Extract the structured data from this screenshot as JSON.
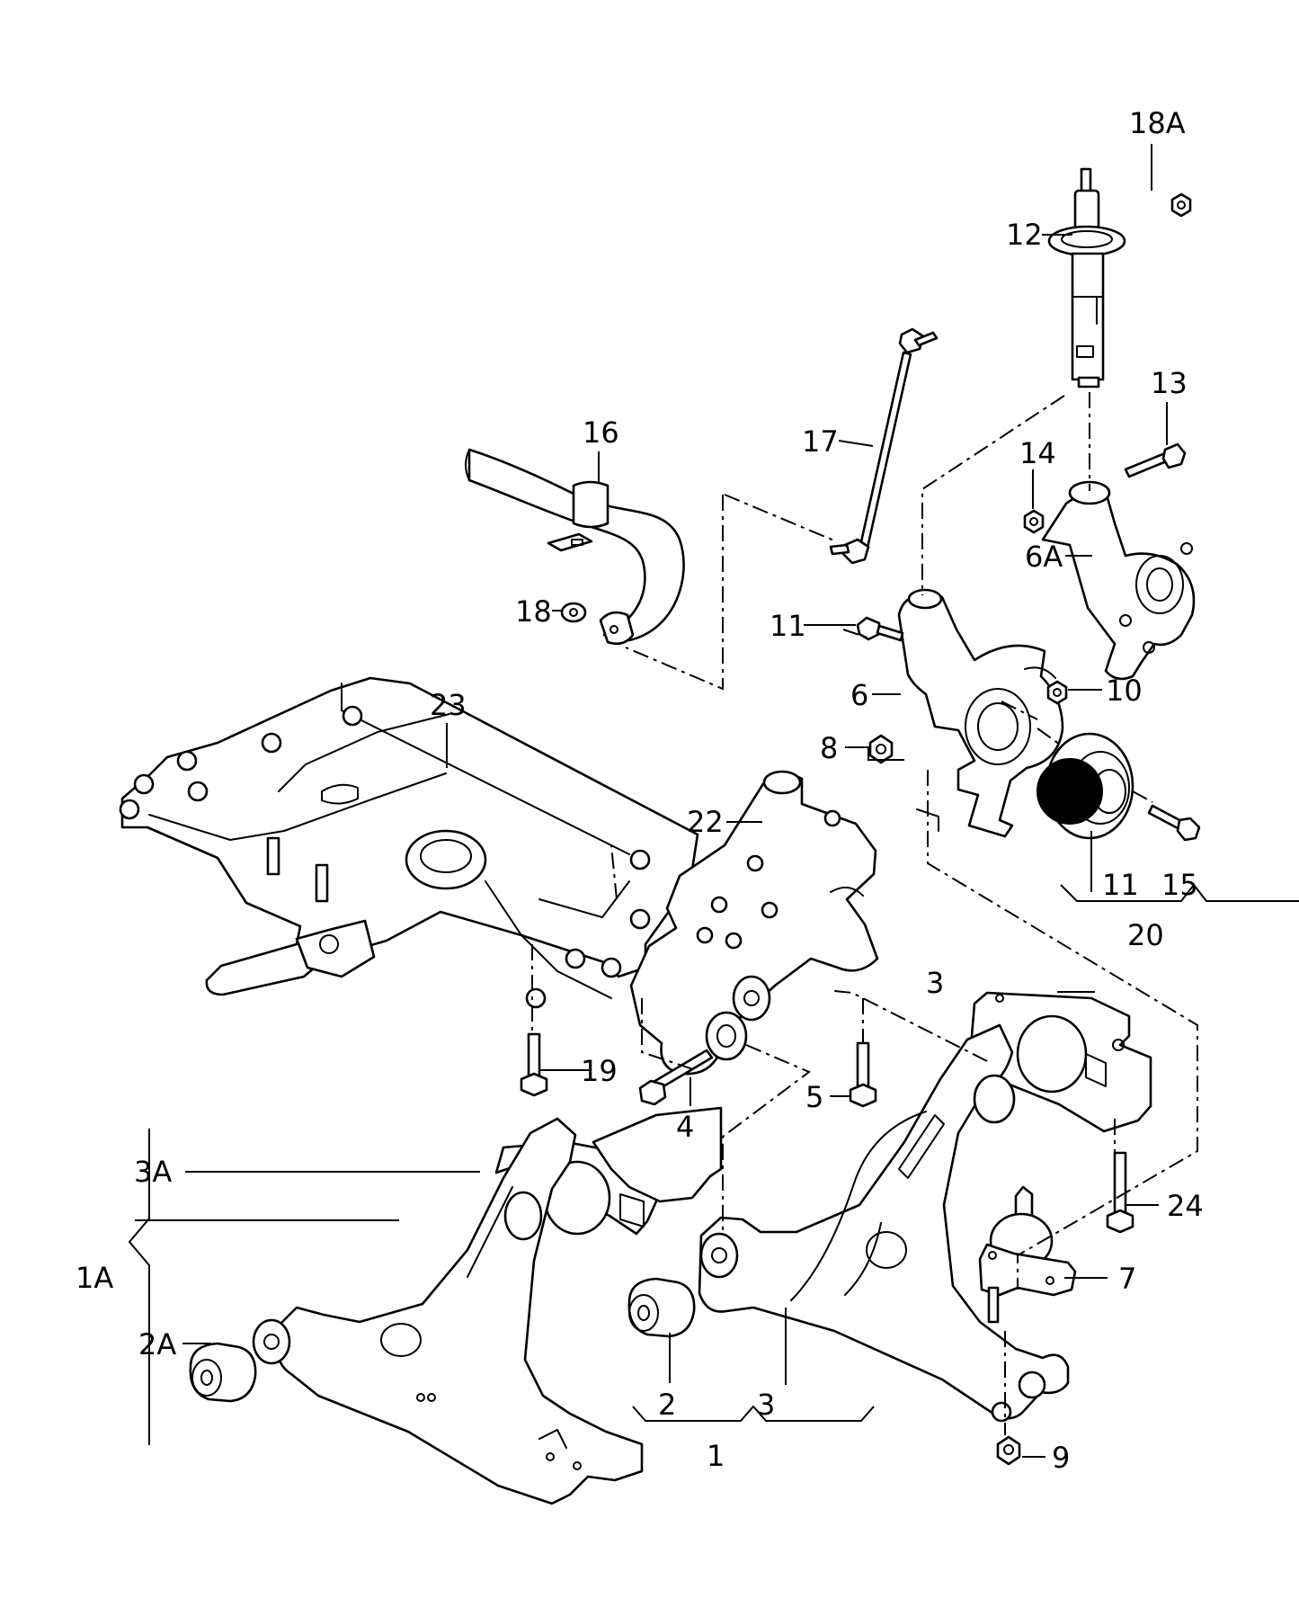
{
  "labels": {
    "l18A": "18A",
    "l12": "12",
    "l13": "13",
    "l14": "14",
    "l6A": "6A",
    "l16": "16",
    "l17": "17",
    "l18": "18",
    "l11a": "11",
    "l6": "6",
    "l10": "10",
    "l8": "8",
    "l23": "23",
    "l22": "22",
    "l11b": "11",
    "l15": "15",
    "l20": "20",
    "l3a": "3",
    "l19": "19",
    "l4": "4",
    "l5": "5",
    "l3A": "3A",
    "l24": "24",
    "l7": "7",
    "l1A": "1A",
    "l2A": "2A",
    "l2": "2",
    "l3b": "3",
    "l1": "1",
    "l9": "9"
  },
  "colors": {
    "line": "#000000",
    "background": "#ffffff"
  }
}
